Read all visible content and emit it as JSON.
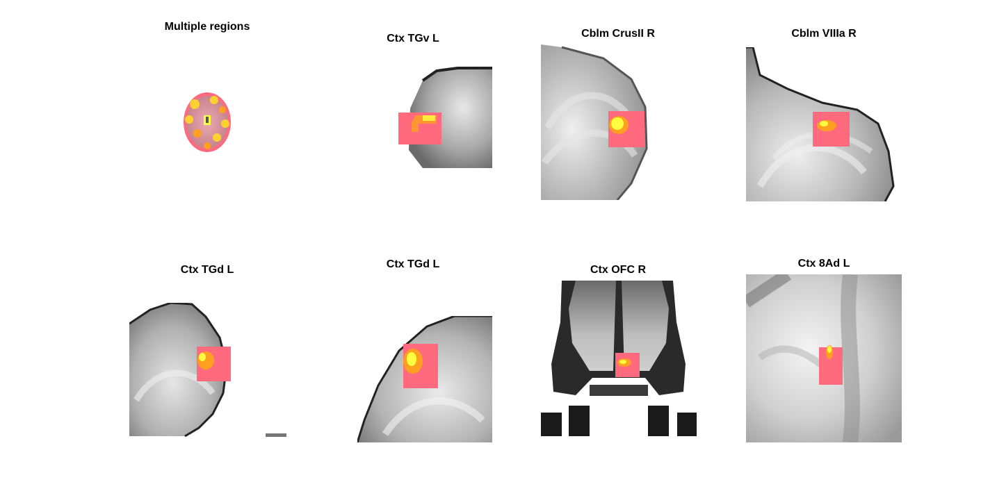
{
  "figure": {
    "panels": [
      {
        "title": "Multiple regions"
      },
      {
        "title": "Ctx TGv L"
      },
      {
        "title": "Cblm CrusII R"
      },
      {
        "title": "Cblm VIIIa R"
      },
      {
        "title": "Ctx TGd L"
      },
      {
        "title": "Ctx TGd L"
      },
      {
        "title": "Ctx OFC R"
      },
      {
        "title": "Ctx 8Ad L"
      }
    ]
  },
  "colors": {
    "overlay_pink": "#ff6a7f",
    "overlay_orange": "#ffa020",
    "overlay_yellow": "#ffff40",
    "brain_gray": "#bdbdbd"
  }
}
